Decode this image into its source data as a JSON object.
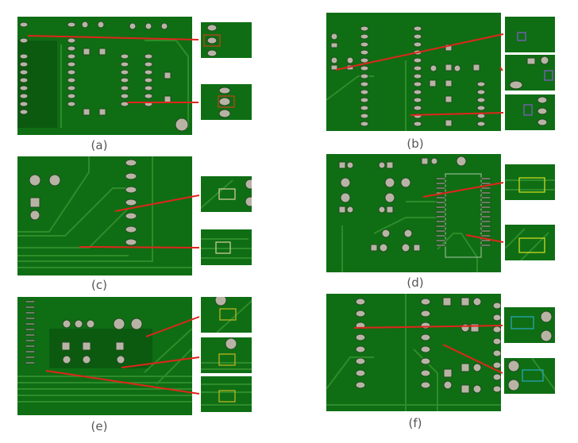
{
  "figure": {
    "background": "#ffffff",
    "board_color": "#0f6e14",
    "arrow_color": "#e0251b",
    "panels": [
      {
        "id": "a",
        "caption": "(a)",
        "defect_box_color": "#c8401a",
        "insets": 2
      },
      {
        "id": "b",
        "caption": "(b)",
        "defect_box_color": "#8a5ad0",
        "insets": 3
      },
      {
        "id": "c",
        "caption": "(c)",
        "defect_box_color": "#d8d0a0",
        "insets": 2
      },
      {
        "id": "d",
        "caption": "(d)",
        "defect_box_color": "#d8e020",
        "insets": 2
      },
      {
        "id": "e",
        "caption": "(e)",
        "defect_box_color": "#c8b820",
        "insets": 3
      },
      {
        "id": "f",
        "caption": "(f)",
        "defect_box_color": "#2aa8c0",
        "insets": 2
      }
    ]
  }
}
